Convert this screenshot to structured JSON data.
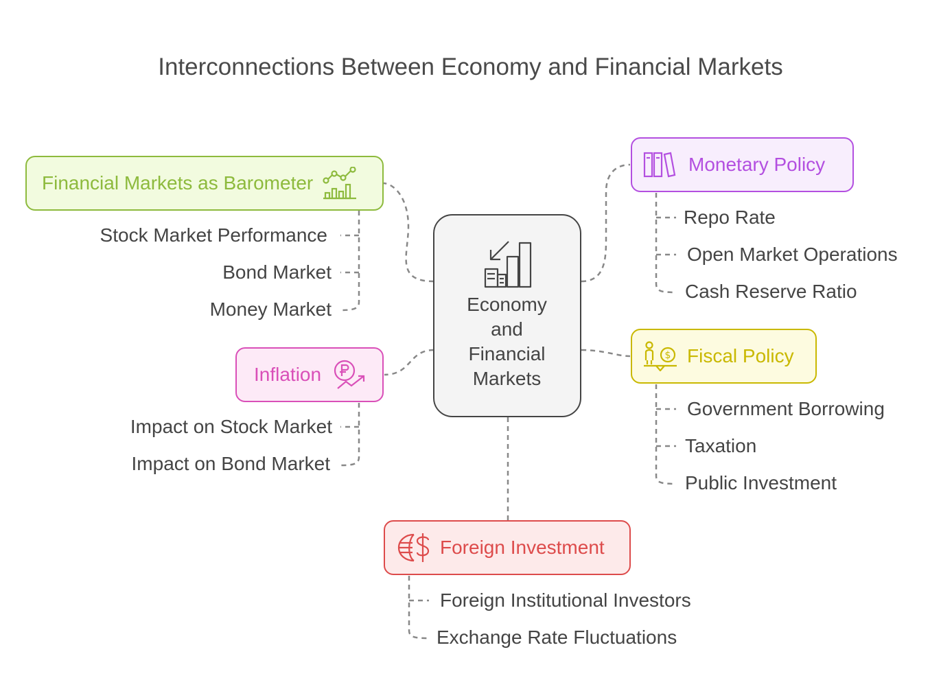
{
  "title": "Interconnections Between Economy and Financial Markets",
  "center": {
    "lines": [
      "Economy",
      "and",
      "Financial",
      "Markets"
    ],
    "icon": "chart-bars-arrow-icon"
  },
  "nodes": {
    "barometer": {
      "label": "Financial Markets as Barometer",
      "icon": "line-bar-chart-icon",
      "color": "#8dba3d",
      "fill": "#f2fbdf",
      "items": [
        "Stock Market Performance",
        "Bond Market",
        "Money Market"
      ]
    },
    "monetary": {
      "label": "Monetary Policy",
      "icon": "books-icon",
      "color": "#b34fe0",
      "fill": "#f8eefd",
      "items": [
        "Repo Rate",
        "Open Market Operations",
        "Cash Reserve Ratio"
      ]
    },
    "inflation": {
      "label": "Inflation",
      "icon": "coin-trend-icon",
      "color": "#d94fb8",
      "fill": "#fdeaf7",
      "items": [
        "Impact on Stock Market",
        "Impact on Bond Market"
      ]
    },
    "fiscal": {
      "label": "Fiscal Policy",
      "icon": "person-coin-balance-icon",
      "color": "#c9b800",
      "fill": "#fdfbe0",
      "items": [
        "Government Borrowing",
        "Taxation",
        "Public Investment"
      ]
    },
    "foreign": {
      "label": "Foreign Investment",
      "icon": "globe-dollar-icon",
      "color": "#dd4b4b",
      "fill": "#fdeaea",
      "items": [
        "Foreign Institutional Investors",
        "Exchange Rate Fluctuations"
      ]
    }
  }
}
